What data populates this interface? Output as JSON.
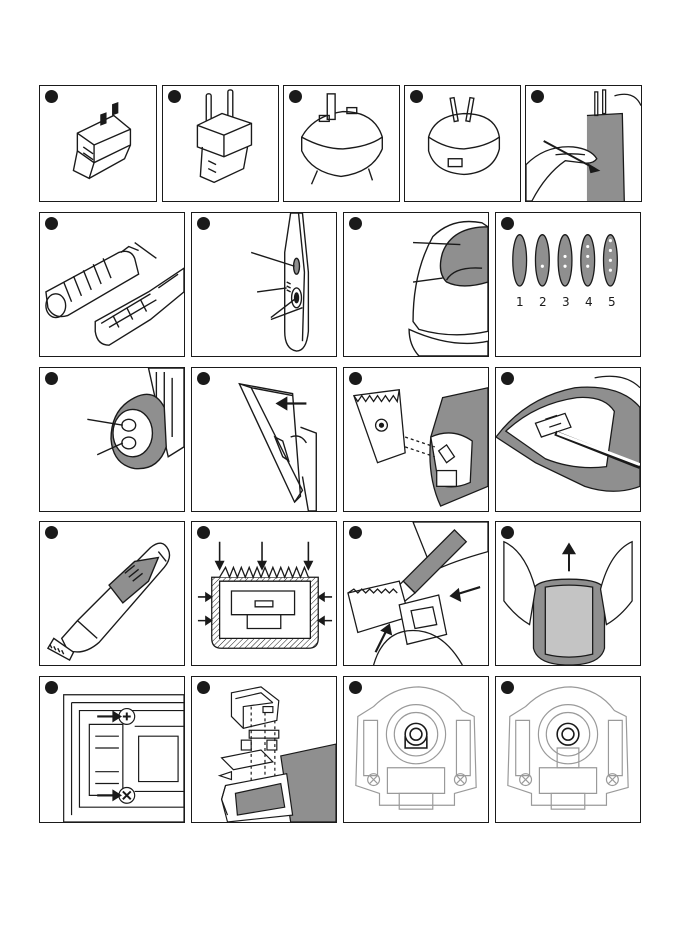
{
  "colors": {
    "line": "#1a1a1a",
    "fill_gray": "#8f8f8f",
    "light_gray": "#c4c4c4",
    "bg": "#ffffff"
  },
  "rows": [
    {
      "panels": [
        {
          "id": "plug-us",
          "icon": "plug-us-icon"
        },
        {
          "id": "plug-eu",
          "icon": "plug-eu-icon"
        },
        {
          "id": "plug-uk",
          "icon": "plug-uk-icon"
        },
        {
          "id": "plug-au",
          "icon": "plug-au-icon"
        },
        {
          "id": "attach-plug",
          "icon": "hand-plug-icon"
        }
      ]
    },
    {
      "panels": [
        {
          "id": "battery-pack",
          "icon": "battery-icon"
        },
        {
          "id": "clipper-side-buttons",
          "icon": "clipper-side-icon"
        },
        {
          "id": "charging-stand",
          "icon": "stand-icon"
        },
        {
          "id": "led-indicator",
          "icon": "led-bars-icon",
          "led_labels": [
            "1",
            "2",
            "3",
            "4",
            "5"
          ]
        }
      ]
    },
    {
      "panels": [
        {
          "id": "clipper-back",
          "icon": "clipper-back-icon"
        },
        {
          "id": "blade-insert",
          "icon": "blade-icon"
        },
        {
          "id": "blade-remove",
          "icon": "blade-detach-icon"
        },
        {
          "id": "blade-clean-brush",
          "icon": "brush-icon"
        }
      ]
    },
    {
      "panels": [
        {
          "id": "clipper-full",
          "icon": "clipper-icon"
        },
        {
          "id": "blade-oil-points",
          "icon": "blade-diagram-icon"
        },
        {
          "id": "blade-oiling",
          "icon": "oil-icon"
        },
        {
          "id": "housing-remove",
          "icon": "housing-icon"
        }
      ]
    },
    {
      "panels": [
        {
          "id": "screws",
          "icon": "screw-icon"
        },
        {
          "id": "blade-assembly-exploded",
          "icon": "exploded-icon"
        },
        {
          "id": "motor-view-a",
          "icon": "motor-icon"
        },
        {
          "id": "motor-view-b",
          "icon": "motor-icon"
        }
      ]
    }
  ]
}
